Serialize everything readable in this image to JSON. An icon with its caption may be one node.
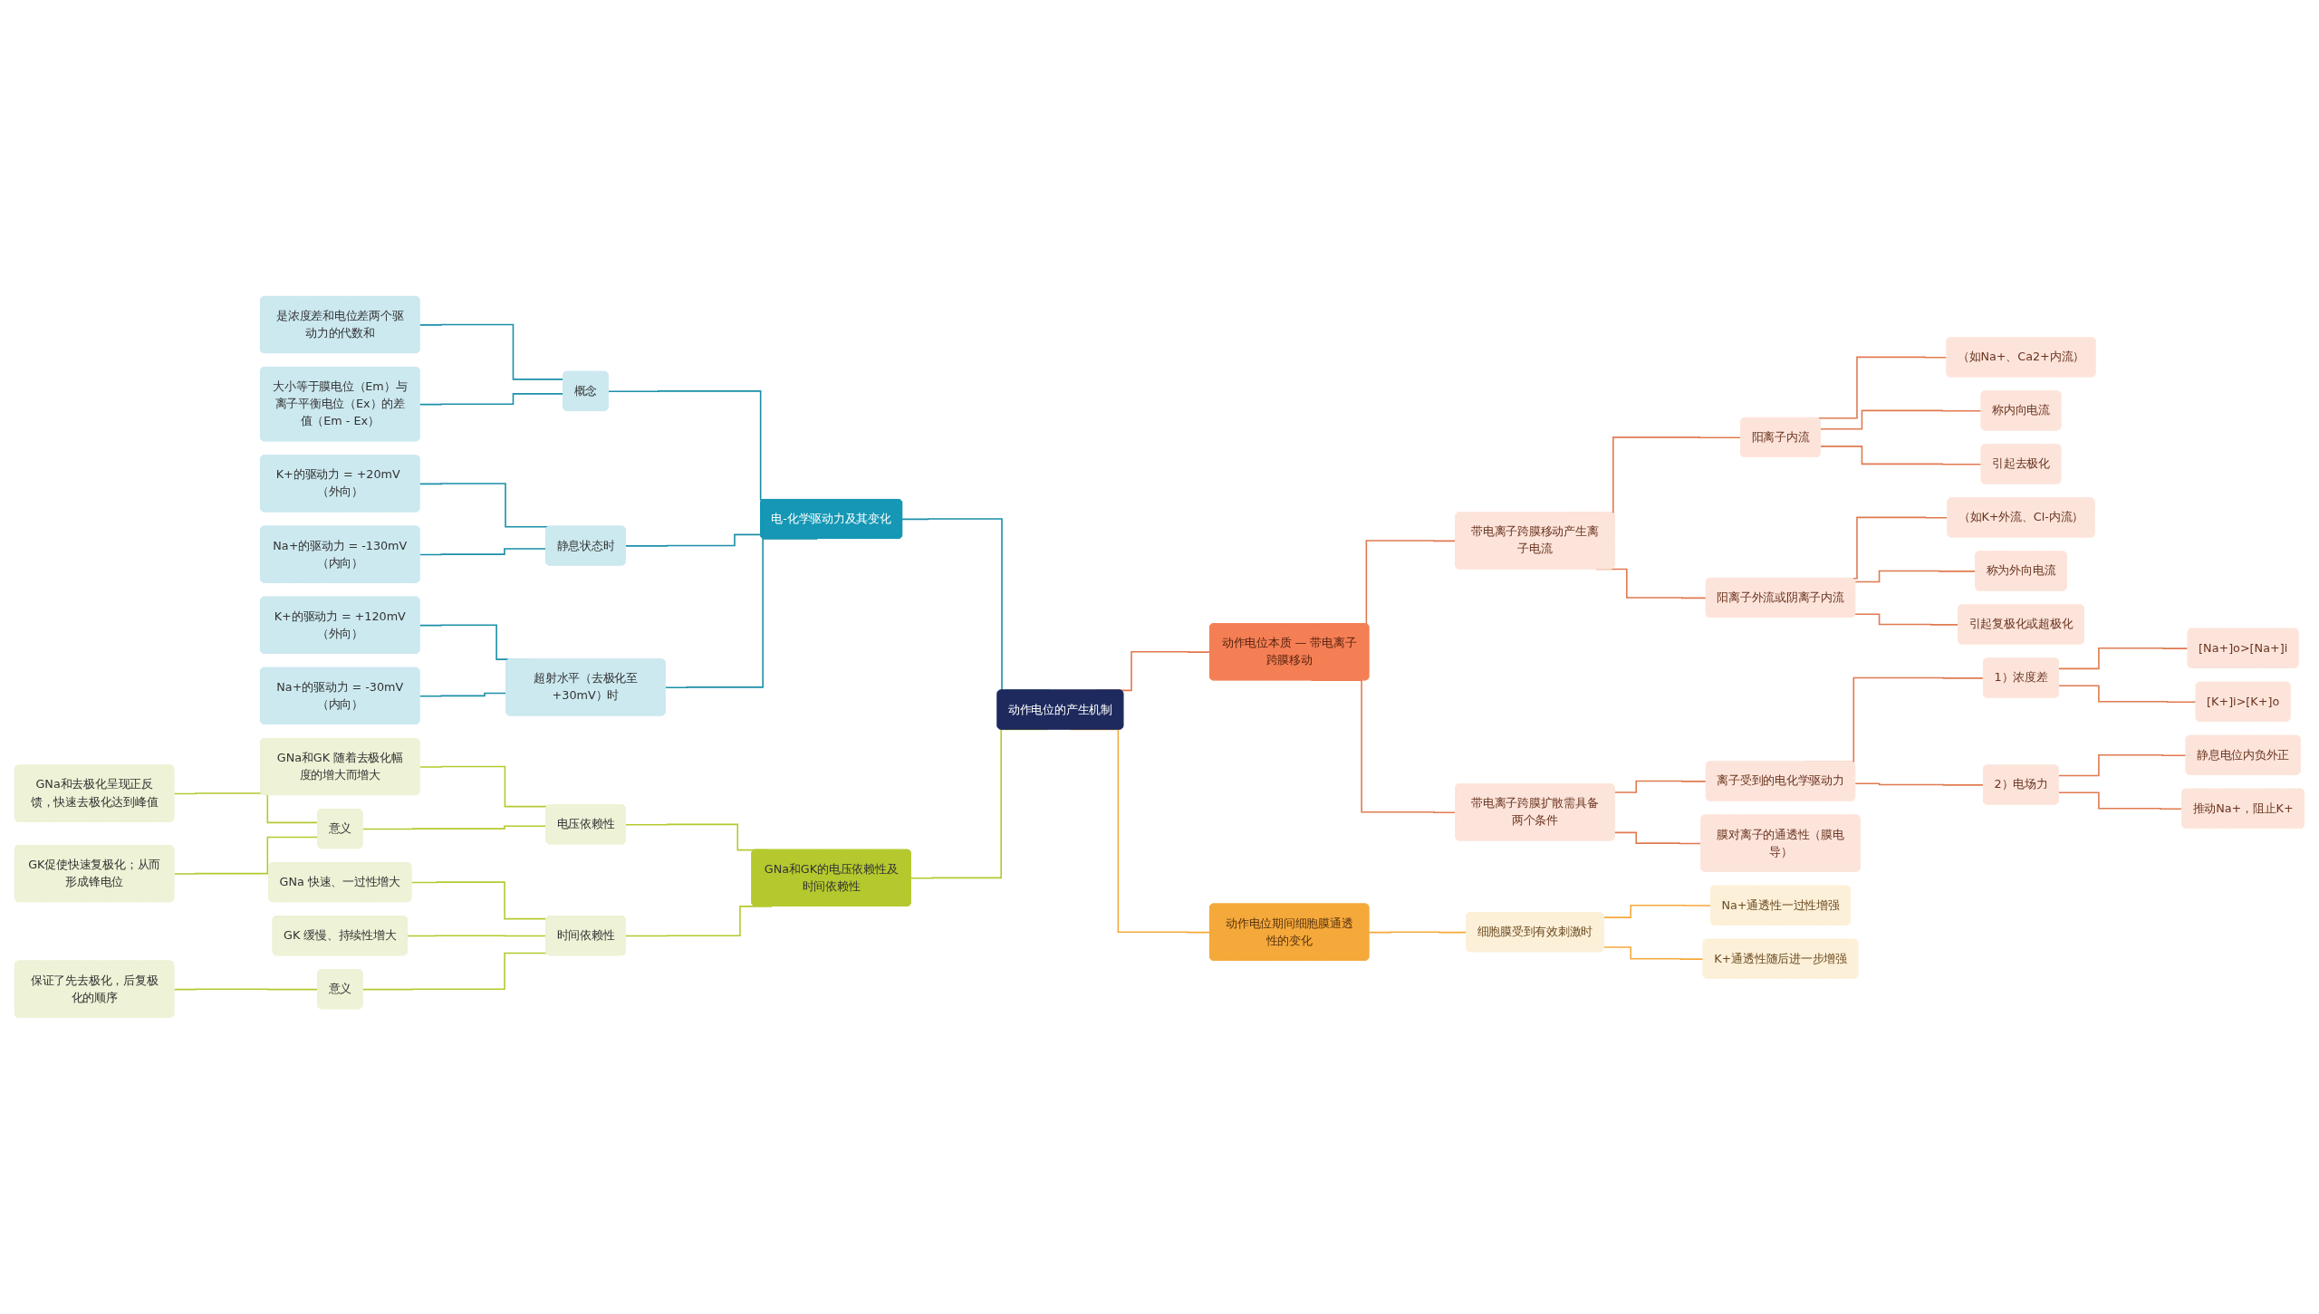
{
  "diagram": {
    "nodes": [
      {
        "text": [
          "动作电位的产生机制"
        ]
      },
      {
        "text": [
          "电-化学驱动力及其变化"
        ]
      },
      {
        "text": [
          "概念"
        ]
      },
      {
        "text": [
          "是浓度差和电位差两个驱动力的代数和"
        ]
      },
      {
        "text": [
          "大小等于膜电位（Em）与离子平衡电位（Ex）的差值（Em - Ex）"
        ]
      },
      {
        "text": [
          "静息状态时"
        ]
      },
      {
        "text": [
          "K+的驱动力 = +20mV （外向）"
        ]
      },
      {
        "text": [
          "Na+的驱动力 = -130mV（内向）"
        ]
      },
      {
        "text": [
          "超射水平（去极化至+30mV）时"
        ]
      },
      {
        "text": [
          "K+的驱动力 = +120mV（外向）"
        ]
      },
      {
        "text": [
          "Na+的驱动力 = -30mV（内向）"
        ]
      },
      {
        "text": [
          "GNa和GK的电压依赖性及时间依赖性"
        ]
      },
      {
        "text": [
          "电压依赖性"
        ]
      },
      {
        "text": [
          "GNa和GK 随着去极化幅度的增大而增大"
        ]
      },
      {
        "text": [
          "意义"
        ]
      },
      {
        "text": [
          "GNa和去极化呈现正反馈，快速去极化达到峰值"
        ]
      },
      {
        "text": [
          "GK促使快速复极化；从而形成锋电位"
        ]
      },
      {
        "text": [
          "时间依赖性"
        ]
      },
      {
        "text": [
          "GNa 快速、一过性增大"
        ]
      },
      {
        "text": [
          "GK 缓慢、持续性增大"
        ]
      },
      {
        "text": [
          "意义"
        ]
      },
      {
        "text": [
          "保证了先去极化，后复极化的顺序"
        ]
      },
      {
        "text": [
          "动作电位本质 — 带电离子跨膜移动"
        ]
      },
      {
        "text": [
          "带电离子跨膜移动产生离子电流"
        ]
      },
      {
        "text": [
          "阳离子内流"
        ]
      },
      {
        "text": [
          "（如Na+、Ca2+内流）"
        ]
      },
      {
        "text": [
          "称内向电流"
        ]
      },
      {
        "text": [
          "引起去极化"
        ]
      },
      {
        "text": [
          "阳离子外流或阴离子内流"
        ]
      },
      {
        "text": [
          "（如K+外流、Cl-内流）"
        ]
      },
      {
        "text": [
          "称为外向电流"
        ]
      },
      {
        "text": [
          "引起复极化或超极化"
        ]
      },
      {
        "text": [
          "带电离子跨膜扩散需具备两个条件"
        ]
      },
      {
        "text": [
          "离子受到的电化学驱动力"
        ]
      },
      {
        "text": [
          "1）浓度差"
        ]
      },
      {
        "text": [
          "[Na+]o>[Na+]i"
        ]
      },
      {
        "text": [
          "[K+]i>[K+]o"
        ]
      },
      {
        "text": [
          "2）电场力"
        ]
      },
      {
        "text": [
          "静息电位内负外正"
        ]
      },
      {
        "text": [
          "推动Na+，阻止K+"
        ]
      },
      {
        "text": [
          "膜对离子的通透性（膜电导）"
        ]
      },
      {
        "text": [
          "动作电位期间细胞膜通透性的变化"
        ]
      },
      {
        "text": [
          "细胞膜受到有效刺激时"
        ]
      },
      {
        "text": [
          "Na+通透性一过性增强"
        ]
      },
      {
        "text": [
          "K+通透性随后进一步增强"
        ]
      }
    ],
    "edges": [
      {
        "from": 1,
        "to": 0,
        "arrow": "none",
        "color": "#1a8fa8"
      },
      {
        "from": 2,
        "to": 1,
        "arrow": "none",
        "color": "#1a8fa8"
      },
      {
        "from": 3,
        "to": 2,
        "arrow": "none",
        "color": "#1a8fa8"
      },
      {
        "from": 4,
        "to": 2,
        "arrow": "none",
        "color": "#1a8fa8"
      },
      {
        "from": 5,
        "to": 1,
        "arrow": "none",
        "color": "#1a8fa8"
      },
      {
        "from": 6,
        "to": 5,
        "arrow": "none",
        "color": "#1a8fa8"
      },
      {
        "from": 7,
        "to": 5,
        "arrow": "none",
        "color": "#1a8fa8"
      },
      {
        "from": 8,
        "to": 1,
        "arrow": "none",
        "color": "#1a8fa8"
      },
      {
        "from": 9,
        "to": 8,
        "arrow": "none",
        "color": "#1a8fa8"
      },
      {
        "from": 10,
        "to": 8,
        "arrow": "none",
        "color": "#1a8fa8"
      },
      {
        "from": 11,
        "to": 0,
        "arrow": "none",
        "color": "#b5c92e"
      },
      {
        "from": 12,
        "to": 11,
        "arrow": "none",
        "color": "#b5c92e"
      },
      {
        "from": 13,
        "to": 12,
        "arrow": "none",
        "color": "#b5c92e"
      },
      {
        "from": 14,
        "to": 12,
        "arrow": "none",
        "color": "#b5c92e"
      },
      {
        "from": 15,
        "to": 14,
        "arrow": "none",
        "color": "#b5c92e"
      },
      {
        "from": 16,
        "to": 14,
        "arrow": "none",
        "color": "#b5c92e"
      },
      {
        "from": 17,
        "to": 11,
        "arrow": "none",
        "color": "#b5c92e"
      },
      {
        "from": 18,
        "to": 17,
        "arrow": "none",
        "color": "#b5c92e"
      },
      {
        "from": 19,
        "to": 17,
        "arrow": "none",
        "color": "#b5c92e"
      },
      {
        "from": 20,
        "to": 17,
        "arrow": "none",
        "color": "#b5c92e"
      },
      {
        "from": 21,
        "to": 20,
        "arrow": "none",
        "color": "#b5c92e"
      },
      {
        "from": 0,
        "to": 22,
        "arrow": "none"
      },
      {
        "from": 22,
        "to": 23,
        "arrow": "none"
      },
      {
        "from": 23,
        "to": 24,
        "arrow": "none"
      },
      {
        "from": 24,
        "to": 25,
        "arrow": "none"
      },
      {
        "from": 24,
        "to": 26,
        "arrow": "none"
      },
      {
        "from": 24,
        "to": 27,
        "arrow": "none"
      },
      {
        "from": 23,
        "to": 28,
        "arrow": "none"
      },
      {
        "from": 28,
        "to": 29,
        "arrow": "none"
      },
      {
        "from": 28,
        "to": 30,
        "arrow": "none"
      },
      {
        "from": 28,
        "to": 31,
        "arrow": "none"
      },
      {
        "from": 22,
        "to": 32,
        "arrow": "none"
      },
      {
        "from": 32,
        "to": 33,
        "arrow": "none"
      },
      {
        "from": 33,
        "to": 34,
        "arrow": "none"
      },
      {
        "from": 34,
        "to": 35,
        "arrow": "none"
      },
      {
        "from": 34,
        "to": 36,
        "arrow": "none"
      },
      {
        "from": 33,
        "to": 37,
        "arrow": "none"
      },
      {
        "from": 37,
        "to": 38,
        "arrow": "none"
      },
      {
        "from": 37,
        "to": 39,
        "arrow": "none"
      },
      {
        "from": 32,
        "to": 40,
        "arrow": "none"
      },
      {
        "from": 0,
        "to": 41,
        "arrow": "none",
        "color": "#f5a93a"
      },
      {
        "from": 41,
        "to": 42,
        "arrow": "none",
        "color": "#f5a93a"
      },
      {
        "from": 42,
        "to": 43,
        "arrow": "none",
        "color": "#f5a93a"
      },
      {
        "from": 42,
        "to": 44,
        "arrow": "none",
        "color": "#f5a93a"
      }
    ]
  }
}
